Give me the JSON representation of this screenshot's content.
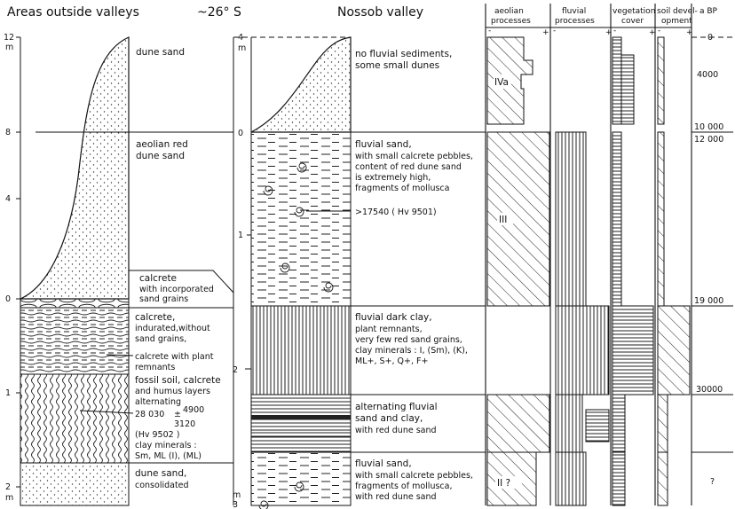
{
  "headers": {
    "left_title": "Areas outside valleys",
    "latitude": "~26° S",
    "center_title": "Nossob valley",
    "columns": [
      {
        "line1": "aeolian",
        "line2": "processes"
      },
      {
        "line1": "fluvial",
        "line2": "processes"
      },
      {
        "line1": "vegetation",
        "line2": "cover"
      },
      {
        "line1": "soil devel-",
        "line2": "opment"
      },
      {
        "line1": "a BP",
        "line2": ""
      }
    ],
    "minus": "-",
    "plus": "+"
  },
  "left_scale": {
    "unit": "m",
    "ticks": [
      "12",
      "8",
      "4",
      "0",
      "1",
      "2"
    ]
  },
  "center_scale": {
    "unit_top": "m",
    "unit_bottom": "m",
    "ticks": [
      "4",
      "0",
      "1",
      "2",
      "3"
    ]
  },
  "left_units": {
    "dune_sand": "dune sand",
    "aeolian_1": "aeolian red",
    "aeolian_2": "dune sand",
    "calcrete_a1": "calcrete",
    "calcrete_a2": "with incorporated",
    "calcrete_a3": "sand grains",
    "calcrete_b1": "calcrete,",
    "calcrete_b2": "indurated,without",
    "calcrete_b3": "sand grains,",
    "calcrete_b4": "calcrete with plant",
    "calcrete_b5": "remnants",
    "fossil_1": "fossil soil, calcrete",
    "fossil_2": "and humus layers",
    "fossil_3": "alternating",
    "fossil_date": "28 030",
    "fossil_pm": "±",
    "fossil_err_plus": "4900",
    "fossil_err_minus": "3120",
    "fossil_lab": "(Hv 9502 )",
    "fossil_clay": "clay minerals :",
    "fossil_clay2": "Sm, ML (I), (ML)",
    "consol_1": "dune sand,",
    "consol_2": "consolidated"
  },
  "center_units": {
    "u1_1": "no fluvial sediments,",
    "u1_2": "some small dunes",
    "u2_1": "fluvial sand,",
    "u2_2": "with small calcrete pebbles,",
    "u2_3": "content of red dune sand",
    "u2_4": "is extremely high,",
    "u2_5": "fragments of mollusca",
    "u2_date": ">17540 ( Hv 9501)",
    "u3_1": "fluvial dark clay,",
    "u3_2": "plant  remnants,",
    "u3_3": "very few red sand grains,",
    "u3_4": "clay minerals : I, (Sm), (K),",
    "u3_5": "ML+, S+, Q+, F+",
    "u4_1": "alternating fluvial",
    "u4_2": "sand and clay,",
    "u4_3": "with red dune sand",
    "u5_1": "fluvial sand,",
    "u5_2": "with small calcrete pebbles,",
    "u5_3": "fragments of mollusca,",
    "u5_4": "with red dune sand"
  },
  "phases": {
    "p1": "IVa",
    "p2": "III",
    "p3": "II ?"
  },
  "ages": {
    "a0": "0",
    "a1": "4000",
    "a2": "10 000",
    "a3": "12 000",
    "a4": "19 000",
    "a5": "30000",
    "a6": "?"
  }
}
